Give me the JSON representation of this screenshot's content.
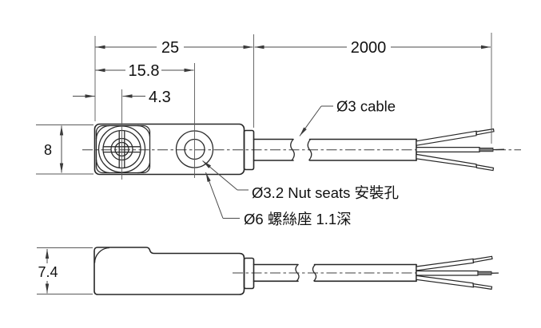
{
  "drawing": {
    "type": "sensor-dimension-drawing",
    "background": "#ffffff",
    "line_color": "#262626",
    "dimension_color": "#4a4a4a",
    "text_color": "#111111"
  },
  "dims": {
    "body_length": "25",
    "cable_length": "2000",
    "hole_spacing": "15.8",
    "face_offset": "4.3",
    "body_width": "8",
    "body_height": "7.4"
  },
  "labels": {
    "cable": "Ø3 cable",
    "nut_seat": "Ø3.2 Nut seats 安裝孔",
    "screw_seat": "Ø6 螺絲座 1.1深"
  }
}
